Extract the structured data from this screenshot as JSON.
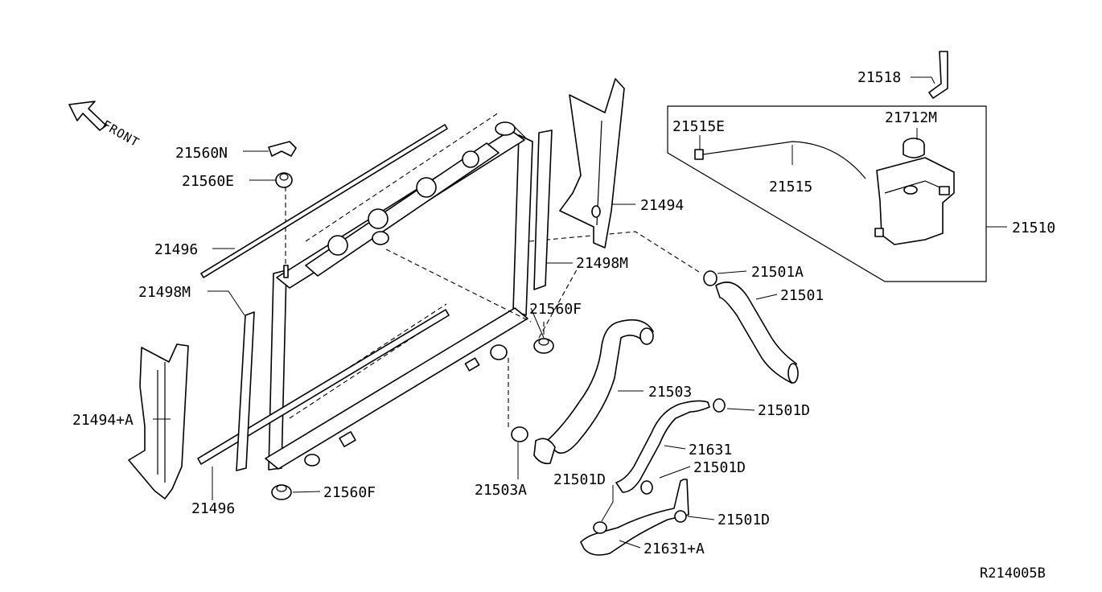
{
  "diagram": {
    "reference_code": "R214005B",
    "direction_label": "FRONT",
    "callouts": {
      "p21518": "21518",
      "p21712m": "21712M",
      "p21515e": "21515E",
      "p21515": "21515",
      "p21510": "21510",
      "p21560n": "21560N",
      "p21560e": "21560E",
      "p21496_top": "21496",
      "p21494": "21494",
      "p21498m_right": "21498M",
      "p21501a": "21501A",
      "p21501": "21501",
      "p21498m_left": "21498M",
      "p21560f_right": "21560F",
      "p21494a": "21494+A",
      "p21503": "21503",
      "p21501d_1": "21501D",
      "p21631": "21631",
      "p21501d_2": "21501D",
      "p21501d_3": "21501D",
      "p21501d_4": "21501D",
      "p21496_bottom": "21496",
      "p21560f_bottom": "21560F",
      "p21503a": "21503A",
      "p21631a": "21631+A"
    }
  }
}
